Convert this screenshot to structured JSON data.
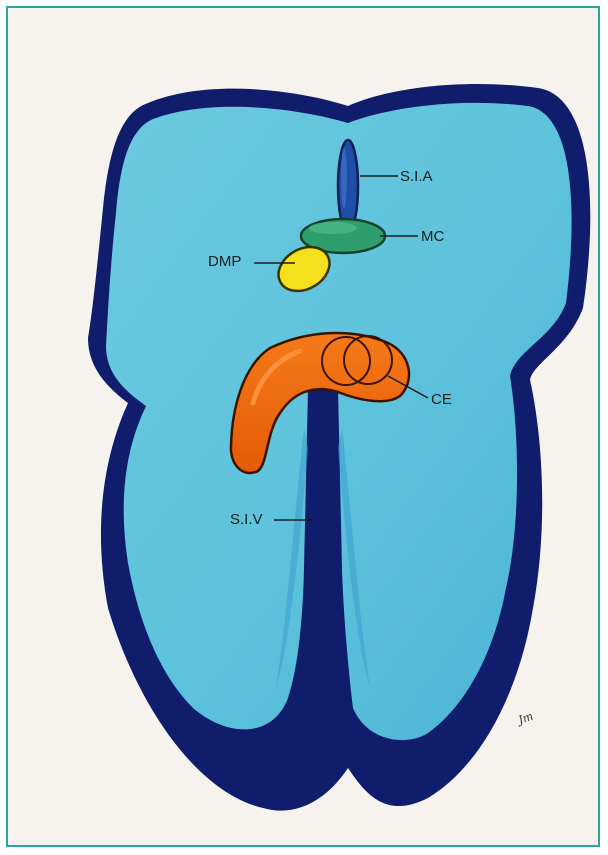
{
  "colors": {
    "paper": "#f6f3ee",
    "border": "#2aa79b",
    "outline": "#101c6c",
    "fill": "#5ec3dc",
    "fill_dark": "#3a9fcd",
    "sia": "#1f4ea6",
    "mc": "#2f9e6d",
    "dmp": "#f4e01c",
    "ce": "#f06a10"
  },
  "labels": {
    "sia": "S.I.A",
    "mc": "MC",
    "dmp": "DMP",
    "ce": "CE",
    "siv": "S.I.V"
  },
  "signature": "Jm"
}
